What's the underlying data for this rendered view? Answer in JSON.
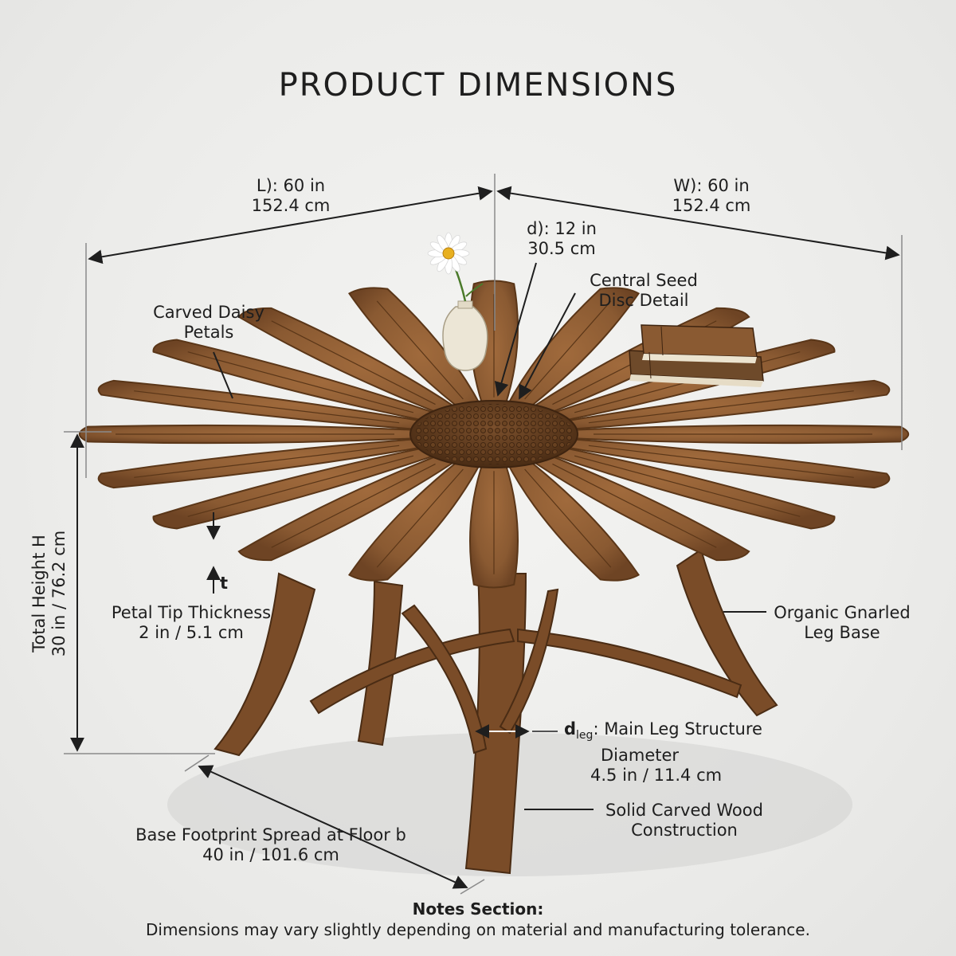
{
  "title": "PRODUCT DIMENSIONS",
  "dimensions": {
    "length": {
      "line1": "L): 60 in",
      "line2": "152.4 cm"
    },
    "width": {
      "line1": "W): 60 in",
      "line2": "152.4 cm"
    },
    "center_disc": {
      "line1": "d): 12 in",
      "line2": "30.5 cm"
    },
    "height": {
      "line1": "Total Height H",
      "line2": "30 in / 76.2 cm"
    },
    "petal_tip": {
      "symbol": "t",
      "line1": "Petal Tip Thickness",
      "line2": "2 in / 5.1 cm"
    },
    "leg": {
      "symbol": "d",
      "subscript": "leg",
      "line1": ": Main Leg Structure",
      "line2": "Diameter",
      "line3": "4.5 in / 11.4 cm"
    },
    "footprint": {
      "line1": "Base Footprint Spread at Floor b",
      "line2": "40 in / 101.6 cm"
    }
  },
  "callouts": {
    "petals": {
      "line1": "Carved Daisy",
      "line2": "Petals"
    },
    "seed_disc": {
      "line1": "Central Seed",
      "line2": "Disc Detail"
    },
    "legs": {
      "line1": "Organic Gnarled",
      "line2": "Leg Base"
    },
    "material": {
      "line1": "Solid Carved Wood",
      "line2": "Construction"
    }
  },
  "notes": {
    "heading": "Notes Section:",
    "text": "Dimensions may vary slightly depending on material and manufacturing tolerance."
  },
  "colors": {
    "wood": "#8a5a32",
    "wood_dark": "#5a3618",
    "wood_light": "#b07a4a",
    "line": "#1e1e1e"
  }
}
